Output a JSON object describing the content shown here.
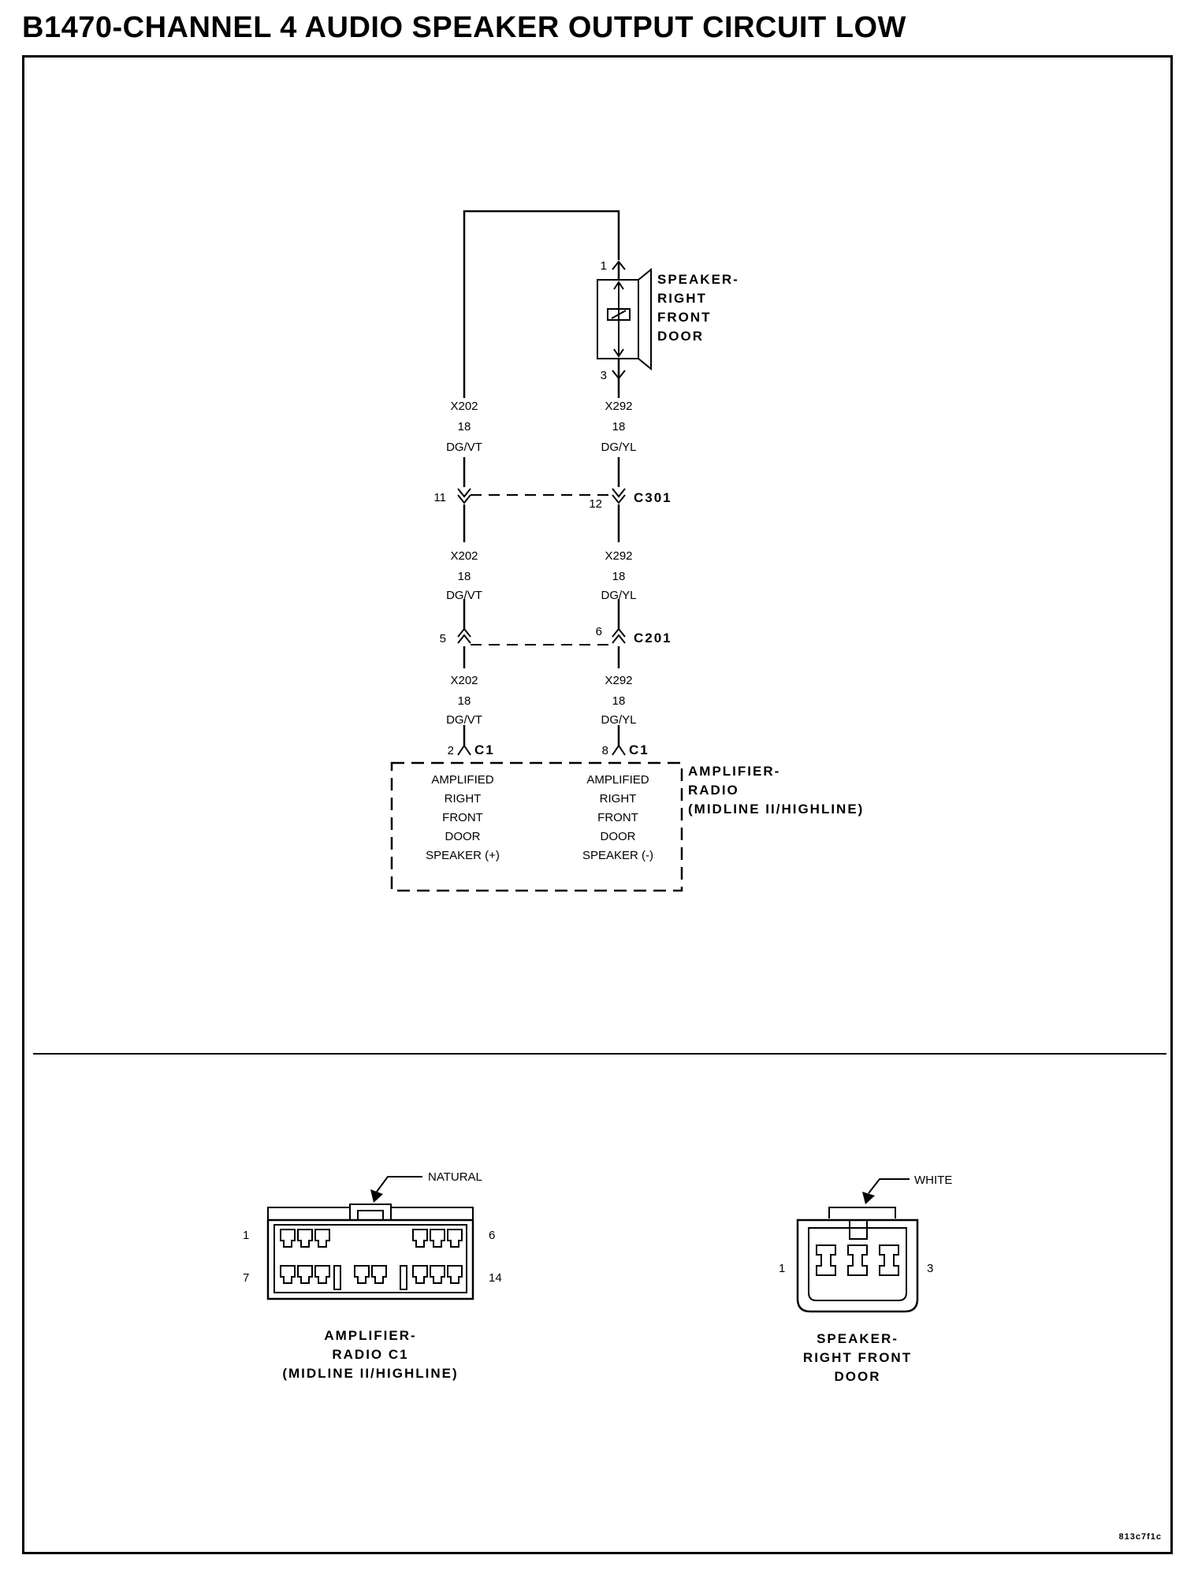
{
  "title": "B1470-CHANNEL 4 AUDIO SPEAKER OUTPUT CIRCUIT LOW",
  "speaker": {
    "label_lines": [
      "SPEAKER-",
      "RIGHT",
      "FRONT",
      "DOOR"
    ],
    "pin_top": "1",
    "pin_bottom": "3"
  },
  "wires": {
    "left": {
      "circuit": "X202",
      "gauge": "18",
      "color": "DG/VT"
    },
    "right": {
      "circuit": "X292",
      "gauge": "18",
      "color": "DG/YL"
    }
  },
  "connectors": {
    "c301": {
      "name": "C301",
      "pin_left": "11",
      "pin_right": "12"
    },
    "c201": {
      "name": "C201",
      "pin_left": "5",
      "pin_right": "6"
    },
    "c1": {
      "name": "C1",
      "pin_left": "2",
      "pin_right": "8"
    }
  },
  "amplifier": {
    "label_lines": [
      "AMPLIFIER-",
      "RADIO",
      "(MIDLINE II/HIGHLINE)"
    ],
    "left_terminal_lines": [
      "AMPLIFIED",
      "RIGHT",
      "FRONT",
      "DOOR",
      "SPEAKER (+)"
    ],
    "right_terminal_lines": [
      "AMPLIFIED",
      "RIGHT",
      "FRONT",
      "DOOR",
      "SPEAKER (-)"
    ]
  },
  "connector_views": {
    "amp_c1": {
      "color_label": "NATURAL",
      "pin_labels": {
        "top_left": "1",
        "top_right": "6",
        "bottom_left": "7",
        "bottom_right": "14"
      },
      "caption_lines": [
        "AMPLIFIER-",
        "RADIO C1",
        "(MIDLINE II/HIGHLINE)"
      ]
    },
    "speaker": {
      "color_label": "WHITE",
      "pin_labels": {
        "left": "1",
        "right": "3"
      },
      "caption_lines": [
        "SPEAKER-",
        "RIGHT FRONT",
        "DOOR"
      ]
    }
  },
  "footer_code": "813c7f1c"
}
